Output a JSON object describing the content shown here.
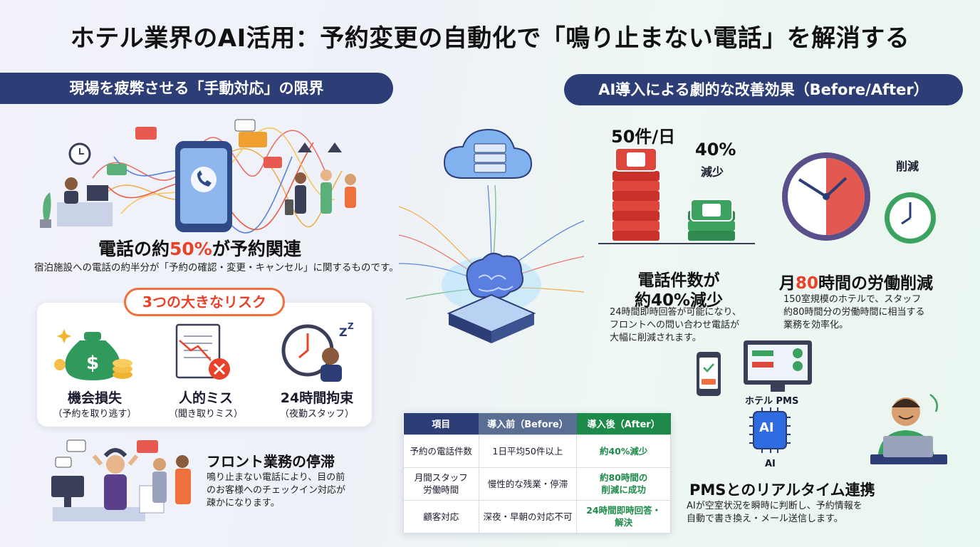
{
  "title": "ホテル業界のAI活用：予約変更の自動化で「鳴り止まない電話」を解消する",
  "left": {
    "banner": "現場を疲弊させる「手動対応」の限界",
    "headline_pre": "電話の約",
    "headline_pct": "50%",
    "headline_post": "が予約関連",
    "headline_desc": "宿泊施設への電話の約半分が「予約の確認・変更・キャンセル」に関するものです。",
    "risk_pill": "3つの大きなリスク",
    "risks": [
      {
        "label": "機会損失",
        "sub": "（予約を取り逃す）"
      },
      {
        "label": "人的ミス",
        "sub": "（聞き取りミス）"
      },
      {
        "label": "24時間拘束",
        "sub": "（夜勤スタッフ）"
      }
    ],
    "front_title": "フロント業務の停滞",
    "front_desc_1": "鳴り止まない電話により、目の前",
    "front_desc_2": "のお客様へのチェックイン対応が",
    "front_desc_3": "疎かになります。"
  },
  "right": {
    "banner": "AI導入による劇的な改善効果（Before/After）",
    "calls_before": "50件/日",
    "calls_reduction": "40%",
    "calls_reduction_word": "減少",
    "calls_title_1": "電話件数が",
    "calls_title_2": "約40%減少",
    "calls_desc_1": "24時間即時回答が可能になり、",
    "calls_desc_2": "フロントへの問い合わせ電話が",
    "calls_desc_3": "大幅に削減されます。",
    "labor_cut": "削減",
    "labor_title_pre": "月",
    "labor_title_num": "80",
    "labor_title_post": "時間の労働削減",
    "labor_desc_1": "150室規模のホテルで、スタッフ",
    "labor_desc_2": "約80時間分の労働時間に相当する",
    "labor_desc_3": "業務を効率化。",
    "pms_label": "ホテル PMS",
    "ai_chip": "AI",
    "ai_label": "AI",
    "pms_title": "PMSとのリアルタイム連携",
    "pms_desc_1": "AIが空室状況を瞬時に判断し、予約情報を",
    "pms_desc_2": "自動で書き換え・メール送信します。"
  },
  "table": {
    "headers": [
      "項目",
      "導入前（Before）",
      "導入後（After）"
    ],
    "rows": [
      [
        "予約の電話件数",
        "1日平均50件以上",
        "約40%減少"
      ],
      [
        "月間スタッフ\n労働時間",
        "慢性的な残業・停滞",
        "約80時間の\n削減に成功"
      ],
      [
        "顧客対応",
        "深夜・早朝の対応不可",
        "24時間即時回答・\n解決"
      ]
    ]
  },
  "colors": {
    "navy": "#2c3e75",
    "accent_red": "#e8432a",
    "accent_green": "#1d8a4a",
    "pill_border": "#f0703d"
  }
}
